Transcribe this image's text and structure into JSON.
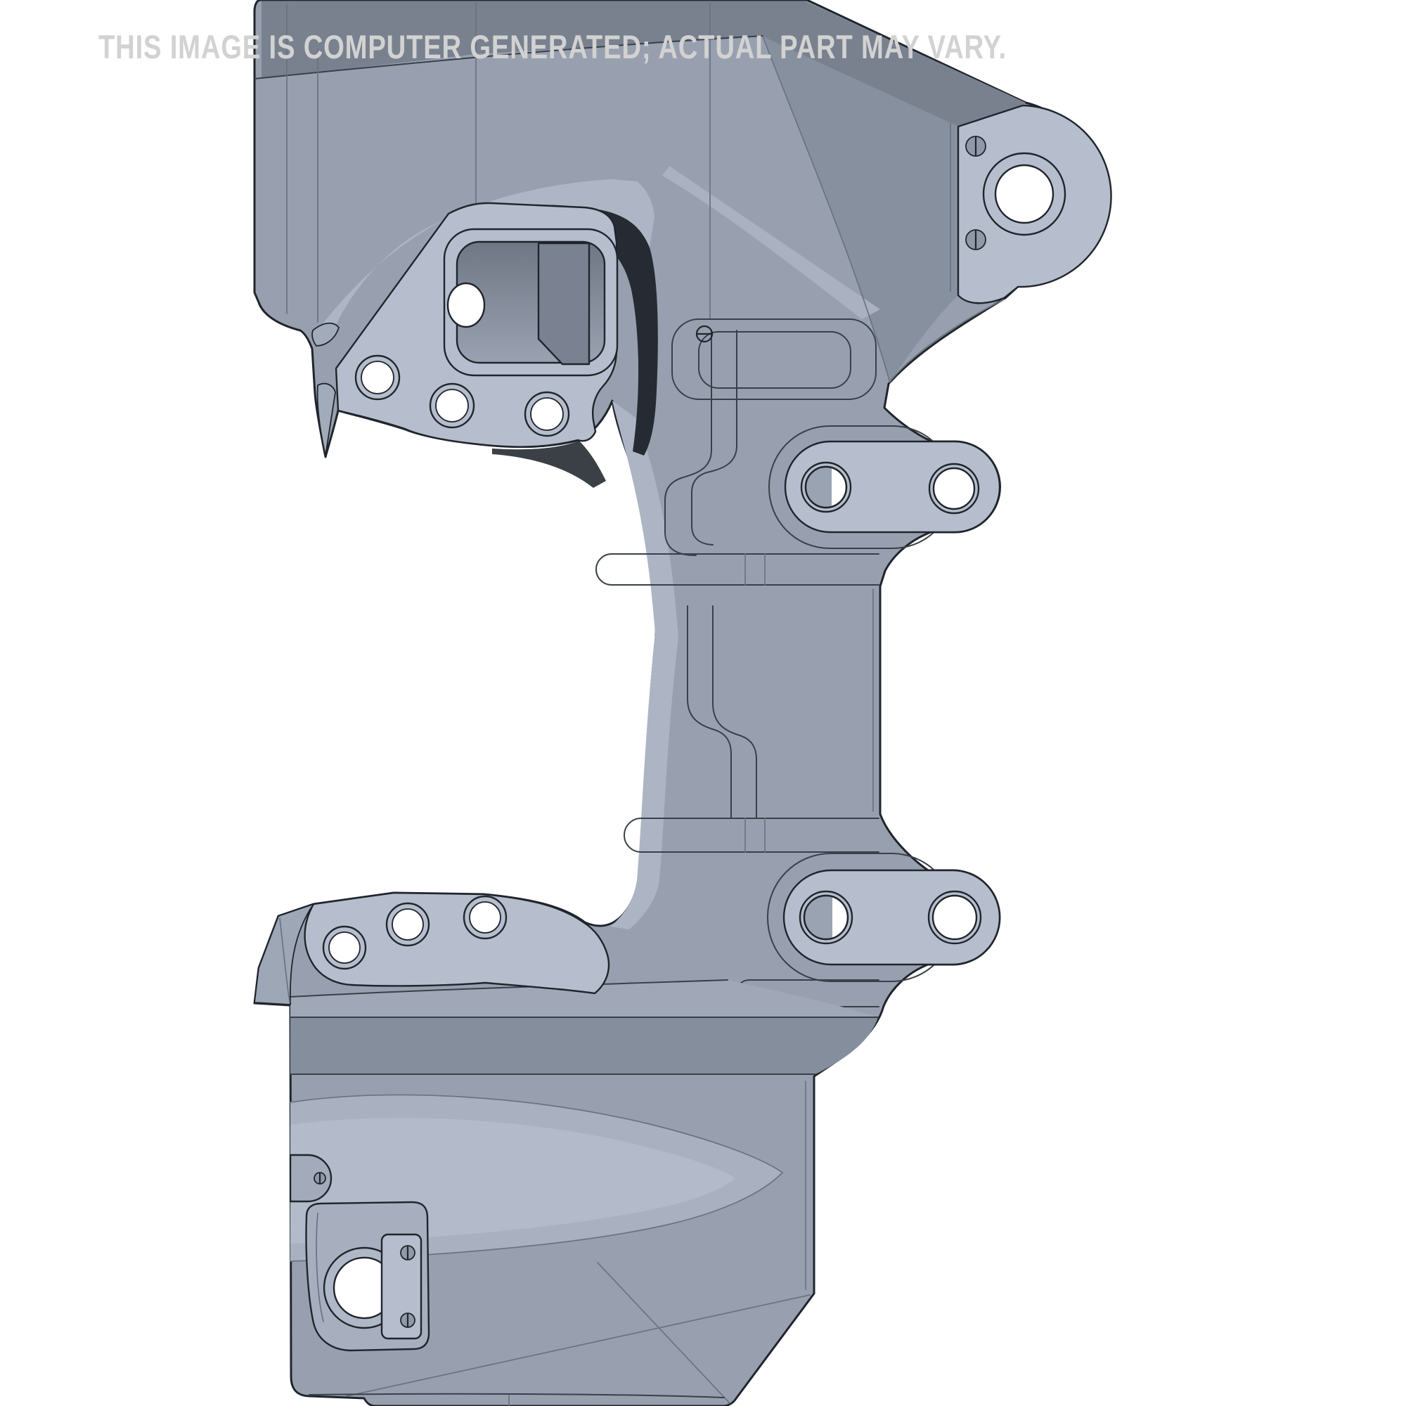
{
  "watermark": {
    "text": "THIS IMAGE IS COMPUTER GENERATED; ACTUAL PART MAY VARY."
  },
  "part": {
    "description": "gray CAD render of a cast engine-mount style bracket",
    "features": {
      "top_right_lug_large_hole": 1,
      "top_right_lug_screw_holes": 2,
      "upper_flange_bolt_holes": 3,
      "upper_pivot_lug_holes": 2,
      "lower_pivot_lug_holes": 2,
      "lower_flange_bolt_holes": 3,
      "clamp_boss_large_hole": 1,
      "clamp_plate_screw_holes": 2,
      "pocket_hole": 1,
      "small_tab_hole": 1,
      "tiny_slotted_detail": 1
    }
  },
  "colors": {
    "background": "#ffffff",
    "watermark": "#d2d2d2",
    "outline": "#20252c",
    "crease": "#39404a",
    "crease_light": "#6a7380",
    "body": "#98a0af",
    "body_top": "#79818f",
    "web": "#87909f",
    "plate": "#b6becd",
    "arch": "#aeb6c5",
    "shadow": "#262b33",
    "crescent": "#adb5c4",
    "sliver": "#aab2c1",
    "pocket_floor_top": "#6f7785",
    "pocket_floor_bottom": "#9aa2b1",
    "step": "#7a8292",
    "strip": "#a0a8b7",
    "band": "#858e9d",
    "teardrop": "#a9b1c0",
    "teardrop_core": "#b3bbca",
    "boss": "#a7afbe",
    "ring_face": "#b0b8c7",
    "hole_gray": "#9aa3b2",
    "screw": "#9099a8",
    "fang": "#a2abba",
    "spike": "#9ea7b6",
    "tab": "#a3abba",
    "hole_white": "#ffffff"
  }
}
